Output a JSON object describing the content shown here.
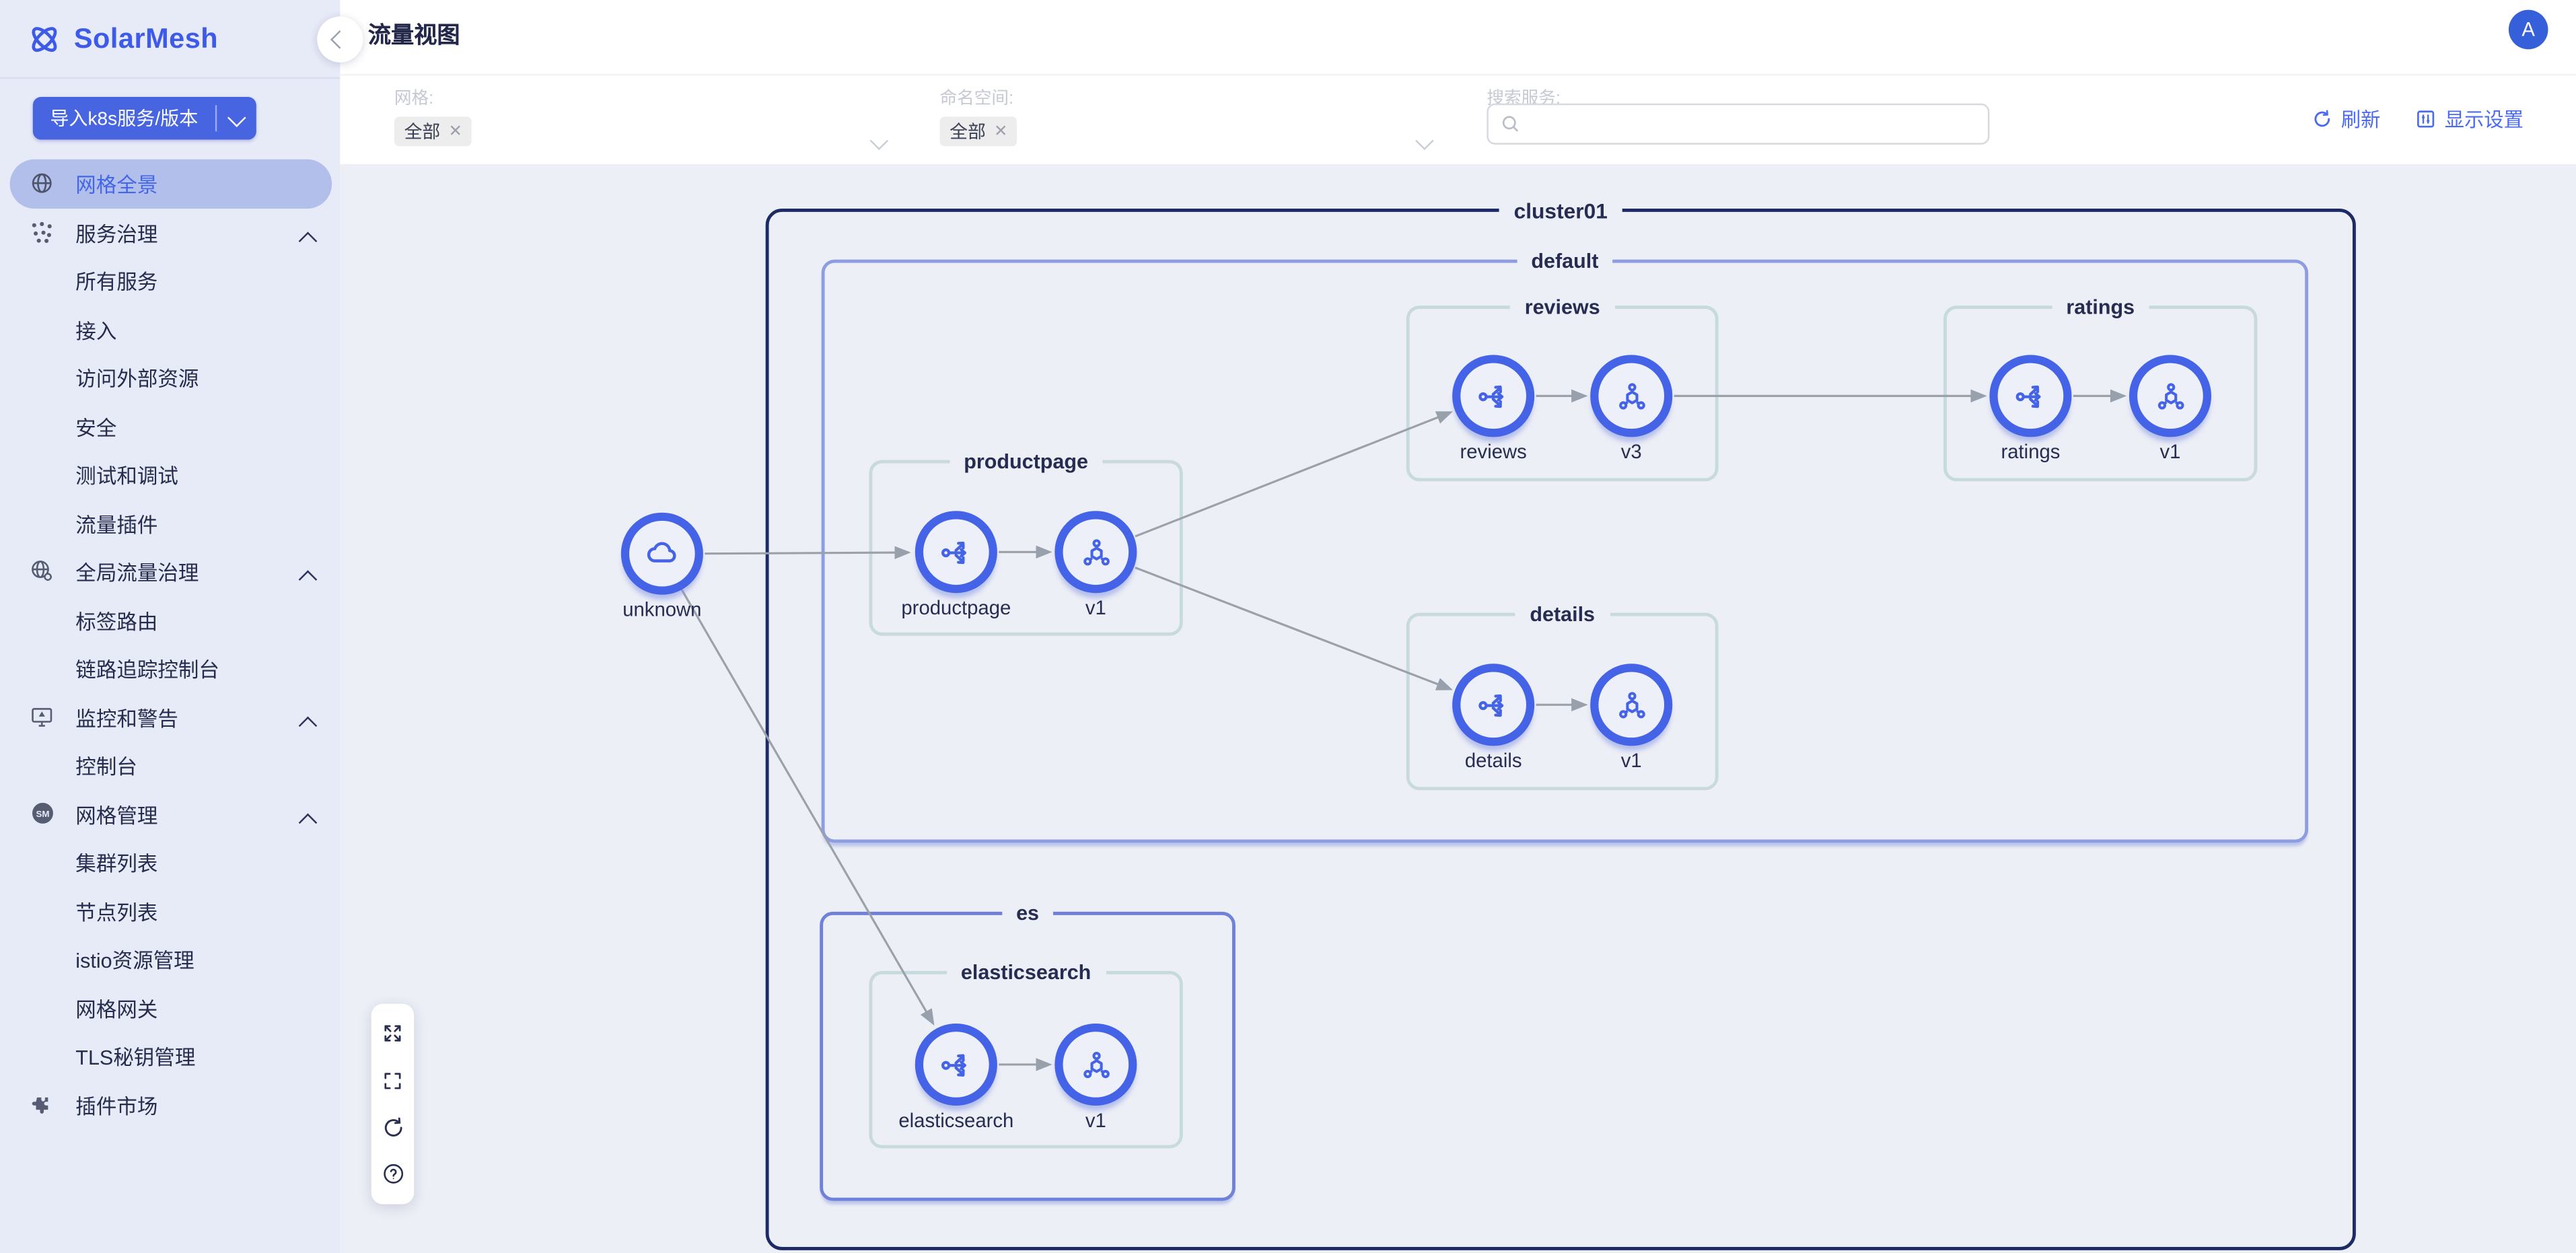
{
  "app": {
    "name": "SolarMesh"
  },
  "header": {
    "title": "流量视图",
    "avatar_initial": "A"
  },
  "sidebar": {
    "import_button": {
      "label": "导入k8s服务/版本"
    },
    "items": [
      {
        "label": "网格全景",
        "icon": "globe-icon",
        "active": true
      },
      {
        "label": "服务治理",
        "icon": "service-governance-icon",
        "expanded": true
      },
      {
        "label": "所有服务"
      },
      {
        "label": "接入"
      },
      {
        "label": "访问外部资源"
      },
      {
        "label": "安全"
      },
      {
        "label": "测试和调试"
      },
      {
        "label": "流量插件"
      },
      {
        "label": "全局流量治理",
        "icon": "global-traffic-icon",
        "expanded": true
      },
      {
        "label": "标签路由"
      },
      {
        "label": "链路追踪控制台"
      },
      {
        "label": "监控和警告",
        "icon": "monitor-alert-icon",
        "expanded": true
      },
      {
        "label": "控制台"
      },
      {
        "label": "网格管理",
        "icon": "mesh-manage-icon",
        "expanded": true,
        "badge": "SM"
      },
      {
        "label": "集群列表"
      },
      {
        "label": "节点列表"
      },
      {
        "label": "istio资源管理"
      },
      {
        "label": "网格网关"
      },
      {
        "label": "TLS秘钥管理"
      },
      {
        "label": "插件市场",
        "icon": "plugin-market-icon"
      }
    ]
  },
  "filter_bar": {
    "mesh": {
      "label": "网格:",
      "selected": "全部"
    },
    "namespace": {
      "label": "命名空间:",
      "selected": "全部"
    },
    "search": {
      "label": "搜索服务:",
      "value": "",
      "placeholder": ""
    },
    "refresh_label": "刷新",
    "display_settings_label": "显示设置"
  },
  "graph": {
    "cluster": "cluster01",
    "namespaces": {
      "default": "default",
      "es": "es"
    },
    "groups": {
      "reviews": "reviews",
      "ratings": "ratings",
      "productpage": "productpage",
      "details": "details",
      "elasticsearch": "elasticsearch"
    },
    "nodes": {
      "unknown": "unknown",
      "productpage_svc": "productpage",
      "productpage_v1": "v1",
      "reviews_svc": "reviews",
      "reviews_v3": "v3",
      "ratings_svc": "ratings",
      "ratings_v1": "v1",
      "details_svc": "details",
      "details_v1": "v1",
      "elasticsearch_svc": "elasticsearch",
      "elasticsearch_v1": "v1"
    },
    "edges": [
      [
        "unknown",
        "productpage"
      ],
      [
        "unknown",
        "elasticsearch"
      ],
      [
        "productpage",
        "productpage.v1"
      ],
      [
        "productpage.v1",
        "reviews"
      ],
      [
        "productpage.v1",
        "details"
      ],
      [
        "reviews",
        "reviews.v3"
      ],
      [
        "reviews.v3",
        "ratings"
      ],
      [
        "ratings",
        "ratings.v1"
      ],
      [
        "details",
        "details.v1"
      ],
      [
        "elasticsearch",
        "elasticsearch.v1"
      ]
    ]
  },
  "colors": {
    "accent": "#4463e6",
    "sidebar_active_bg": "#b3bfeb",
    "cluster_border": "#1c2b66",
    "namespace_border": "#8e9ce2",
    "es_border": "#6f81d9",
    "group_border": "#c7dade",
    "edge": "#9aa1ab",
    "node_border": "#4463e6",
    "label_text": "#262c52"
  }
}
